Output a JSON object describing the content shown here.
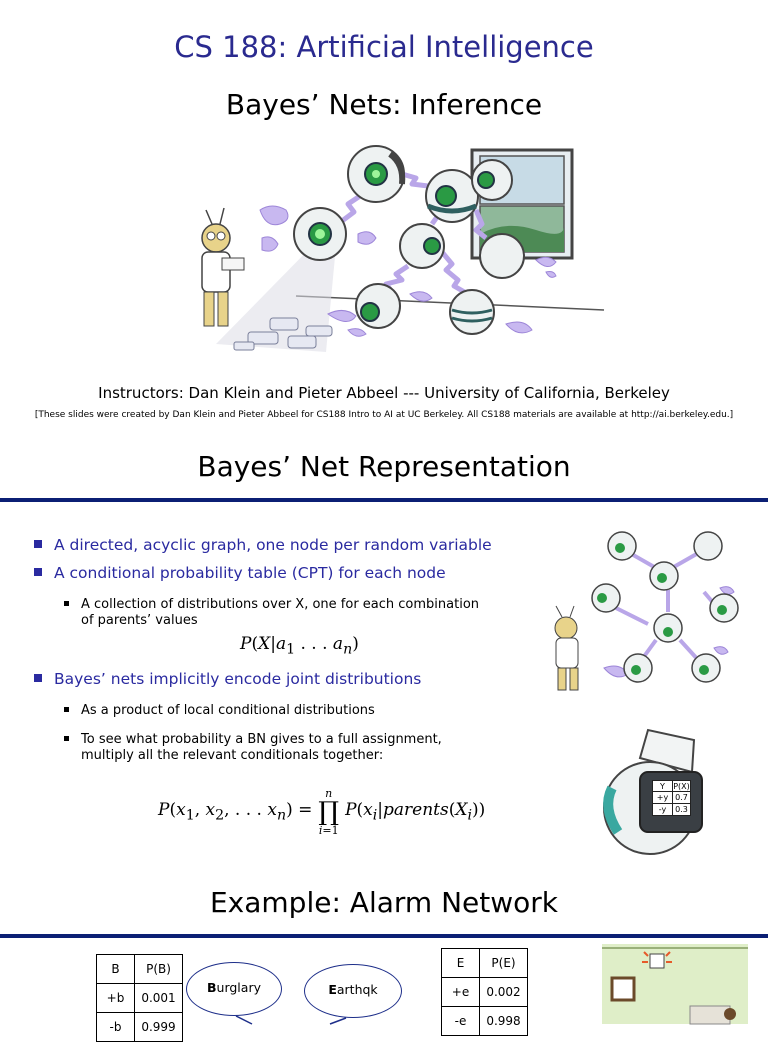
{
  "slide1": {
    "course_title": "CS 188: Artificial Intelligence",
    "lecture_title": "Bayes’ Nets: Inference",
    "instructors": "Instructors: Dan Klein and Pieter Abbeel --- University of California, Berkeley",
    "credits": "[These slides were created by Dan Klein and Pieter Abbeel for CS188 Intro to AI at UC Berkeley.  All CS188 materials are available at http://ai.berkeley.edu.]",
    "illustration": "robot-bayes-net-illustration"
  },
  "slide2": {
    "title": "Bayes’ Net Representation",
    "bullets": [
      "A directed, acyclic graph, one node per random variable",
      "A conditional probability table (CPT) for each node",
      "Bayes’ nets implicitly encode joint distributions"
    ],
    "sub_bullets": [
      "A collection of distributions over X, one for each combination of parents’ values",
      "As a product of local conditional distributions",
      "To see what probability a BN gives to a full assignment, multiply all the relevant conditionals together:"
    ],
    "formula_cpt": "P(X|a1 . . . an)",
    "formula_joint": "P(x1, x2, . . . xn) = ∏ P(xi|parents(Xi))",
    "cpt_card": {
      "headers": [
        "Y",
        "P(X)"
      ],
      "rows": [
        [
          "+y",
          "0.7"
        ],
        [
          "-y",
          "0.3"
        ]
      ]
    },
    "accent_color": "#2a2aa0",
    "rule_color": "#0b1f74"
  },
  "slide3": {
    "title": "Example: Alarm Network",
    "table_b": {
      "headers": [
        "B",
        "P(B)"
      ],
      "rows": [
        [
          "+b",
          "0.001"
        ],
        [
          "-b",
          "0.999"
        ]
      ]
    },
    "table_e": {
      "headers": [
        "E",
        "P(E)"
      ],
      "rows": [
        [
          "+e",
          "0.002"
        ],
        [
          "-e",
          "0.998"
        ]
      ]
    },
    "node_burglary": "Burglary",
    "node_earthquake": "Earthqk"
  }
}
